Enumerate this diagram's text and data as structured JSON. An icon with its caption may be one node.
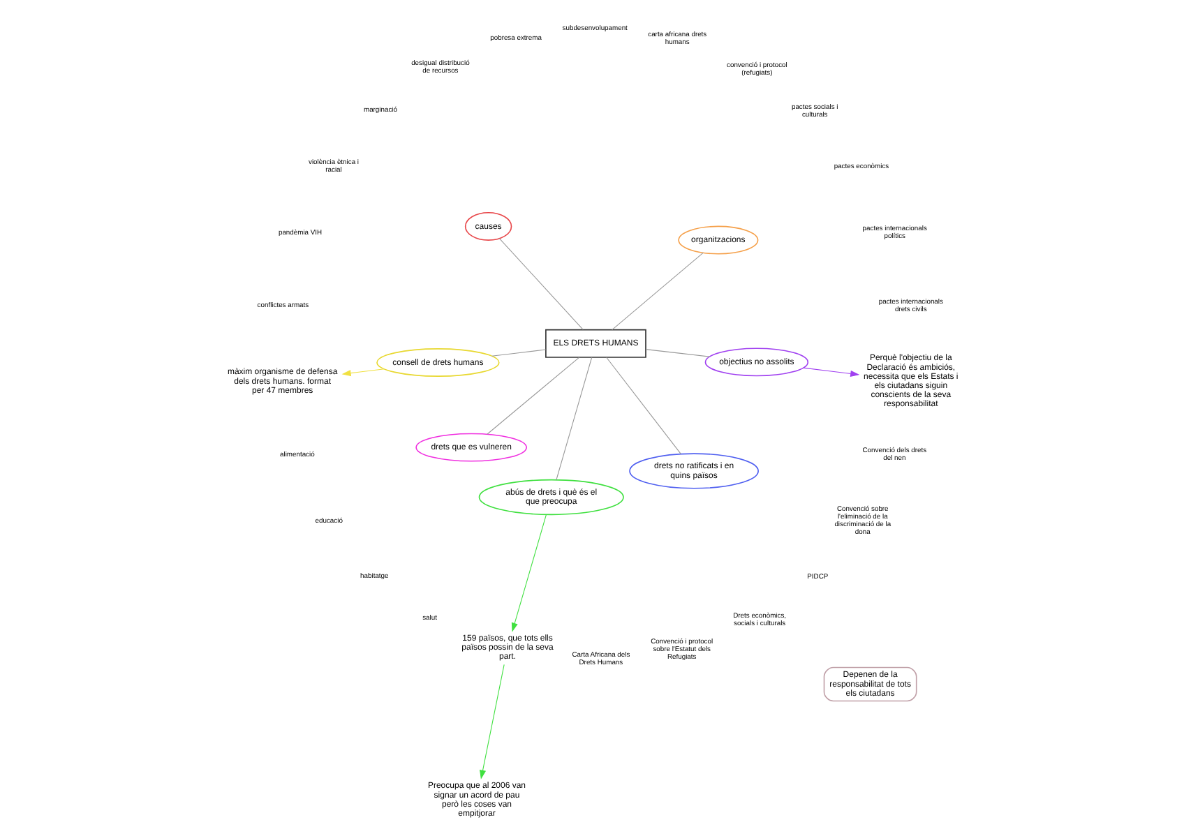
{
  "diagram": {
    "nodes": [
      {
        "text": [
          "ELS DRETS HUMANS"
        ]
      },
      {
        "text": [
          "organitzacions"
        ]
      },
      {
        "text": [
          "causes"
        ]
      },
      {
        "text": [
          "consell de drets humans"
        ]
      },
      {
        "text": [
          "drets que es vulneren"
        ]
      },
      {
        "text": [
          "abús de drets i què és el que preocupa"
        ]
      },
      {
        "text": [
          "drets no ratificats i en quins països"
        ]
      },
      {
        "text": [
          "objectius no assolits"
        ]
      },
      {
        "text": [
          "Depenen de la responsabilitat de tots els ciutadans"
        ]
      },
      {
        "text": [
          "màxim organisme de defensa dels drets humans. format per 47 membres"
        ]
      },
      {
        "text": [
          "159 països, que tots ells països possin de la seva part."
        ]
      },
      {
        "text": [
          "Preocupa que al 2006 van signar un acord de pau però les coses van empitjorar"
        ]
      },
      {
        "text": [
          "Perquè l'objectiu de la Declaració és ambiciós, necessita que els Estats i els ciutadans siguin conscients de la seva responsabilitat"
        ]
      }
    ],
    "edges": [
      {
        "from": 0,
        "to": 1,
        "arrow": "none"
      },
      {
        "from": 0,
        "to": 2,
        "arrow": "none"
      },
      {
        "from": 0,
        "to": 3,
        "arrow": "none"
      },
      {
        "from": 0,
        "to": 4,
        "arrow": "none"
      },
      {
        "from": 0,
        "to": 5,
        "arrow": "none"
      },
      {
        "from": 0,
        "to": 6,
        "arrow": "none"
      },
      {
        "from": 0,
        "to": 7,
        "arrow": "none"
      },
      {
        "from": 3,
        "to": 9,
        "arrow": "to",
        "color": "#f0e040"
      },
      {
        "from": 5,
        "to": 10,
        "arrow": "to",
        "color": "#40e040"
      },
      {
        "from": 10,
        "to": 11,
        "arrow": "to",
        "color": "#40e040"
      },
      {
        "from": 7,
        "to": 12,
        "arrow": "to",
        "color": "#a040f0"
      }
    ],
    "labels": [
      "pactes internacionals drets civils",
      "pactes internacionals polítics",
      "pactes econòmics",
      "pactes socials i culturals",
      "convenció i protocol (refugiats)",
      "carta africana drets humans",
      "subdesenvolupament",
      "pobresa extrema",
      "desigual distribució de recursos",
      "marginació",
      "violència ètnica i racial",
      "pandèmia VIH",
      "conflictes armats",
      "alimentació",
      "educació",
      "habitatge",
      "salut",
      "Carta Africana dels Drets Humans",
      "Convenció i protocol sobre l'Estatut dels Refugiats",
      "Drets econòmics, socials i culturals",
      "PIDCP",
      "Convenció sobre l'eliminació de la discriminació de la dona",
      "Convenció dels drets del nen"
    ]
  }
}
